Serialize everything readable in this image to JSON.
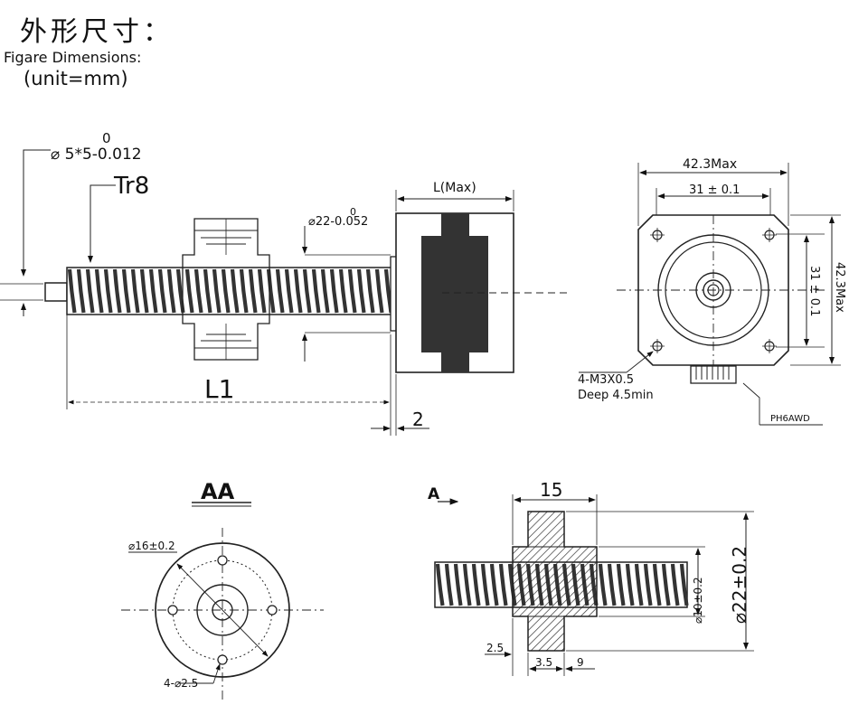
{
  "header": {
    "title_cn": "外形尺寸：",
    "title_en": "Figare Dimensions:",
    "unit": "(unit=mm)"
  },
  "side_view": {
    "shaft_tol_upper": "0",
    "shaft_dim": "⌀ 5*5-0.012",
    "thread_label": "Tr8",
    "boss_tol_upper": "0",
    "boss_dim": "⌀22-0.052",
    "length_max": "L(Max)",
    "l1": "L1",
    "flange_thickness": "2"
  },
  "front_view": {
    "width_max": "42.3Max",
    "hole_spacing": "31 ± 0.1",
    "hole_spacing_v": "31 ± 0.1",
    "height_max": "42.3Max",
    "mount_holes": "4-M3X0.5",
    "hole_depth": "Deep 4.5min",
    "connector": "PH6AWD"
  },
  "section_view": {
    "title": "AA",
    "bolt_circle": "⌀16±0.2",
    "holes": "4-⌀2.5"
  },
  "nut_view": {
    "marker": "A",
    "length": "15",
    "inner_dia": "⌀10±0.2",
    "outer_dia": "⌀22±0.2",
    "dim_25": "2.5",
    "dim_35": "3.5",
    "dim_9": "9"
  }
}
